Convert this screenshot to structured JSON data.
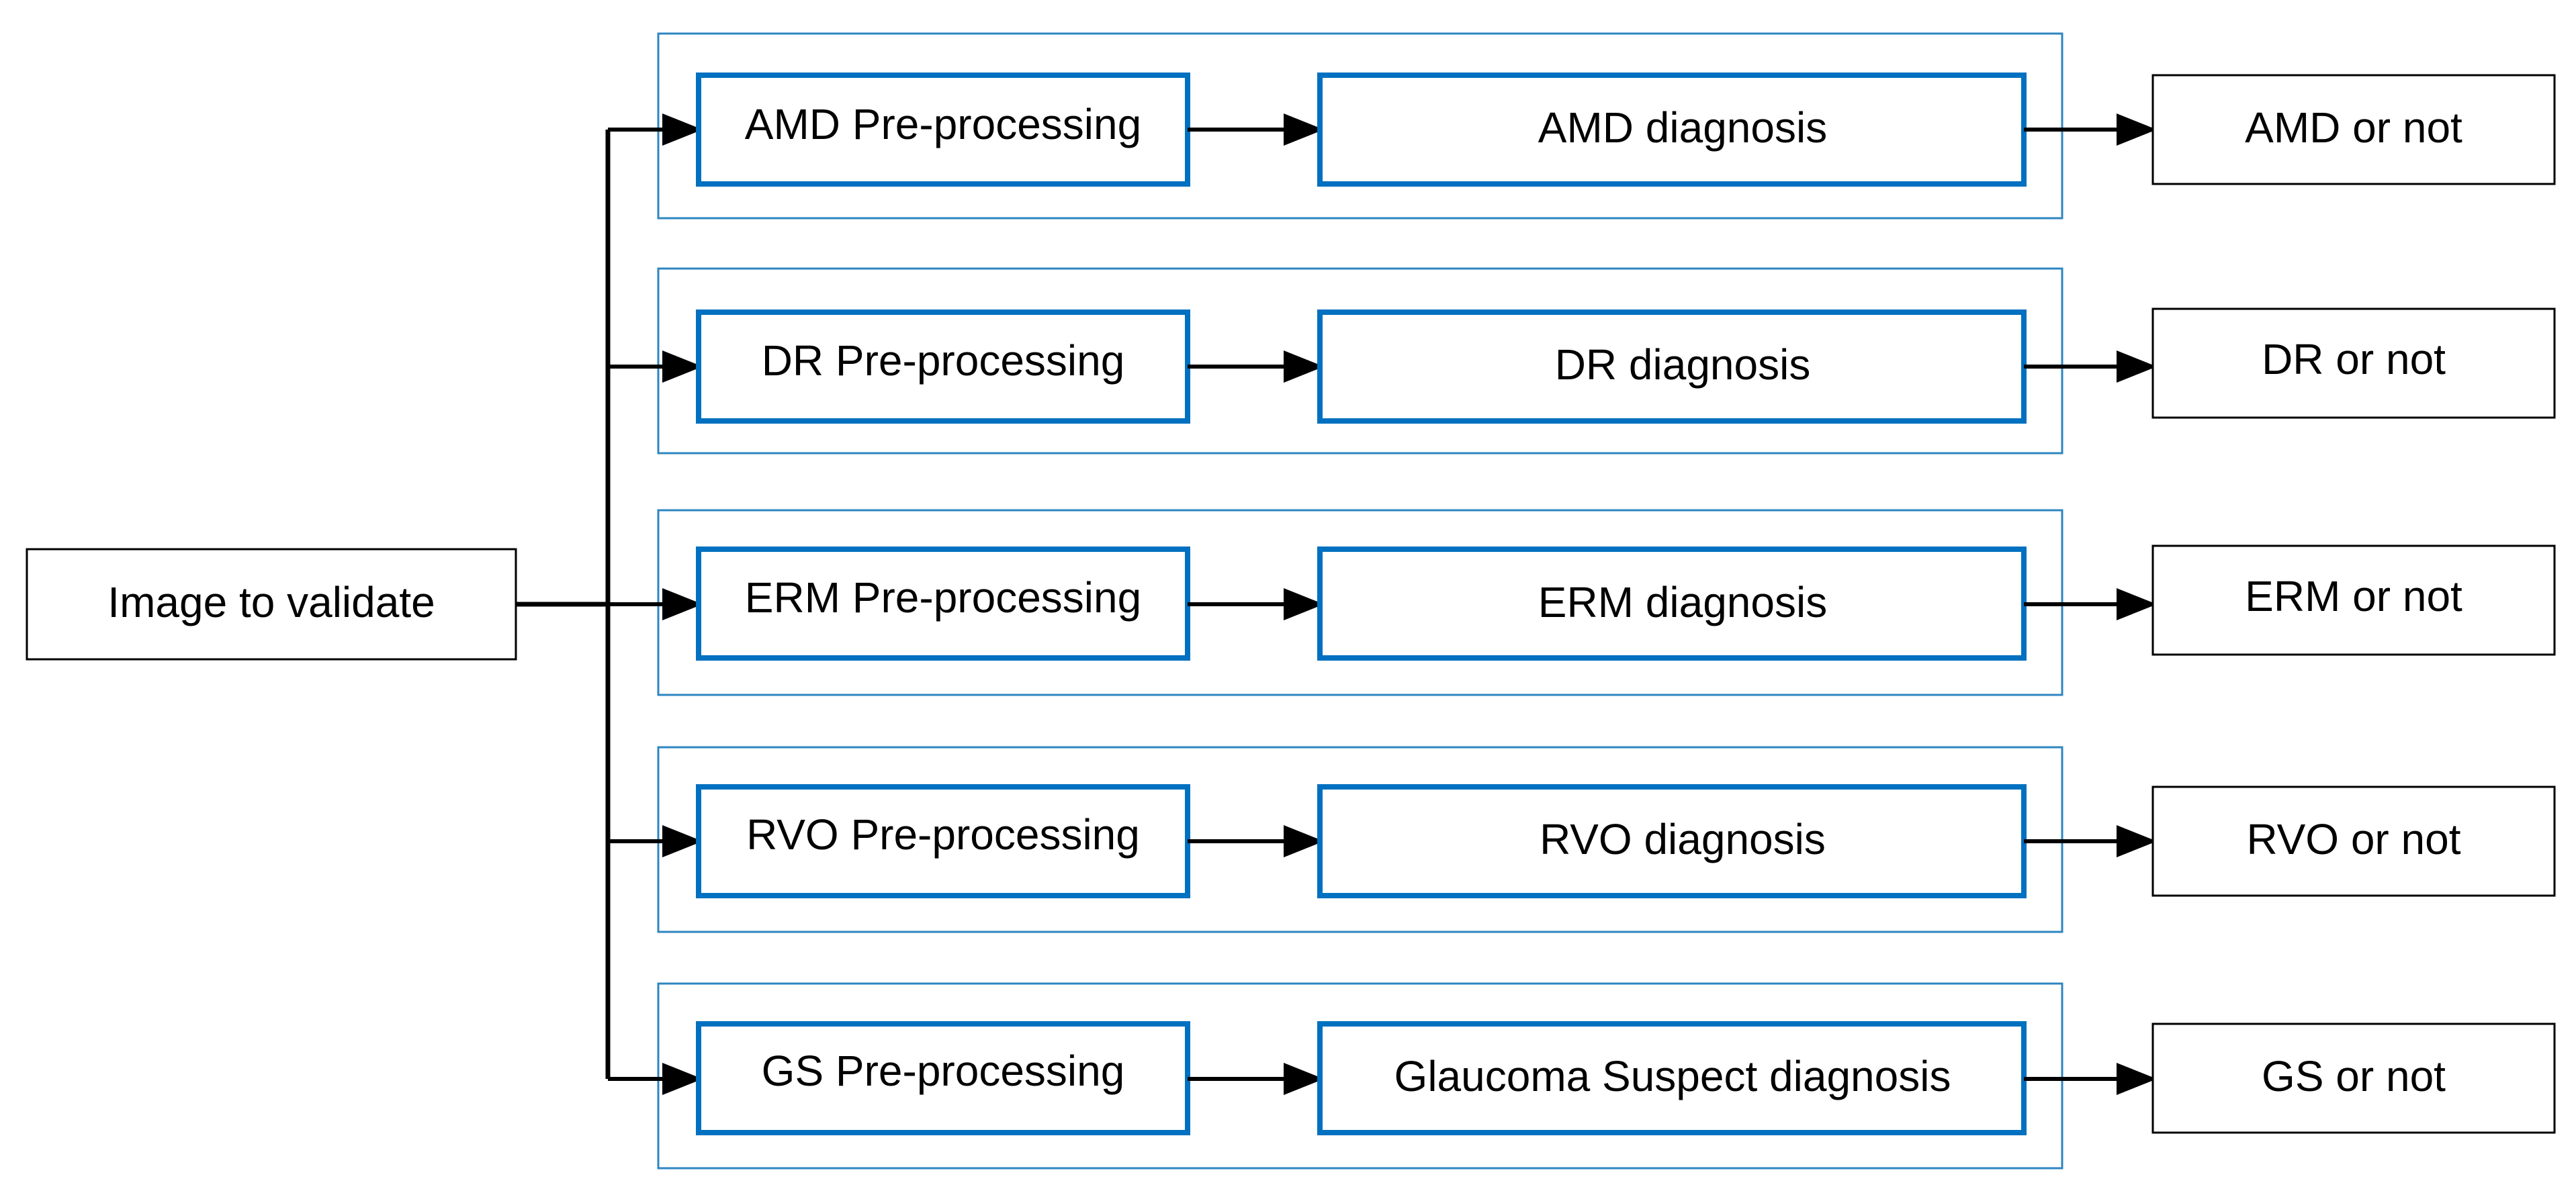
{
  "colors": {
    "background": "#ffffff",
    "group_border": "#2E86C1",
    "process_border": "#0070C0",
    "neutral_border": "#000000",
    "connector": "#000000"
  },
  "input": {
    "label": "Image to validate"
  },
  "pipelines": [
    {
      "preprocess": "AMD Pre-processing",
      "diagnosis": "AMD diagnosis",
      "output": "AMD or not"
    },
    {
      "preprocess": "DR Pre-processing",
      "diagnosis": "DR diagnosis",
      "output": "DR or not"
    },
    {
      "preprocess": "ERM Pre-processing",
      "diagnosis": "ERM diagnosis",
      "output": "ERM or not"
    },
    {
      "preprocess": "RVO Pre-processing",
      "diagnosis": "RVO diagnosis",
      "output": "RVO or not"
    },
    {
      "preprocess": "GS Pre-processing",
      "diagnosis": "Glaucoma Suspect diagnosis",
      "output": "GS or not"
    }
  ]
}
